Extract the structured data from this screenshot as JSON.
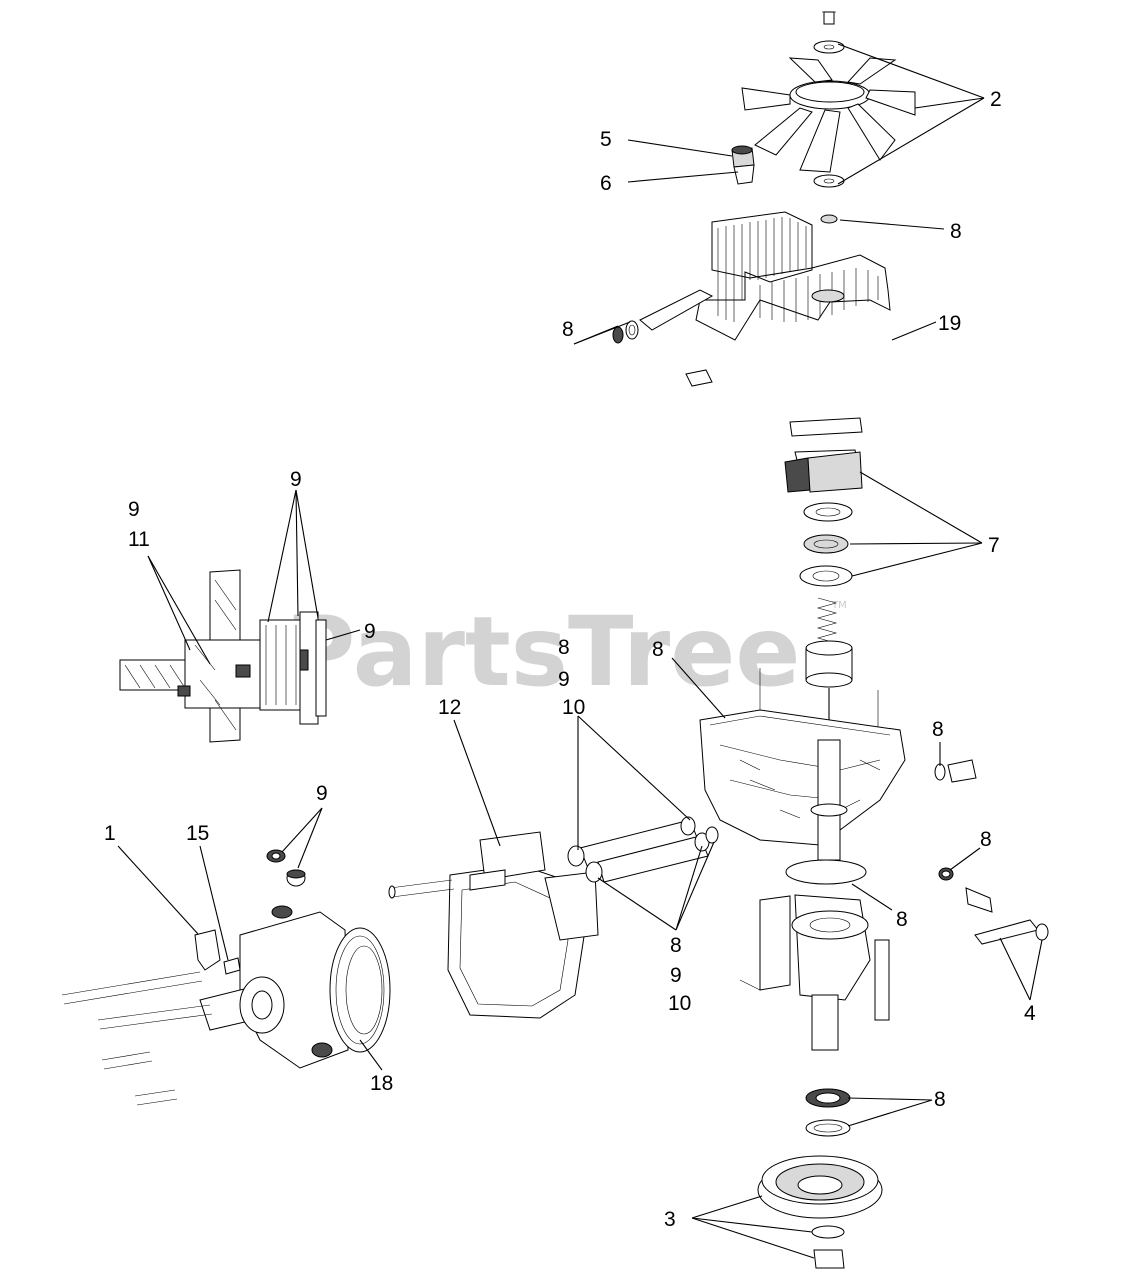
{
  "watermark": {
    "text": "PartsTree",
    "trademark": "TM"
  },
  "callouts": {
    "c2": "2",
    "c5": "5",
    "c6": "6",
    "c8_a": "8",
    "c19": "19",
    "c8_b": "8",
    "c9_a": "9",
    "c9_b": "9",
    "c11": "11",
    "c9_c": "9",
    "c7": "7",
    "c8_c": "8",
    "c9_d": "9",
    "c10_a": "10",
    "c8_d": "8",
    "c12": "12",
    "c8_e": "8",
    "c9_e": "9",
    "c1": "1",
    "c15": "15",
    "c8_f": "8",
    "c8_g": "8",
    "c8_h": "8",
    "c9_f": "9",
    "c10_b": "10",
    "c4": "4",
    "c18": "18",
    "c8_i": "8",
    "c3": "3"
  }
}
